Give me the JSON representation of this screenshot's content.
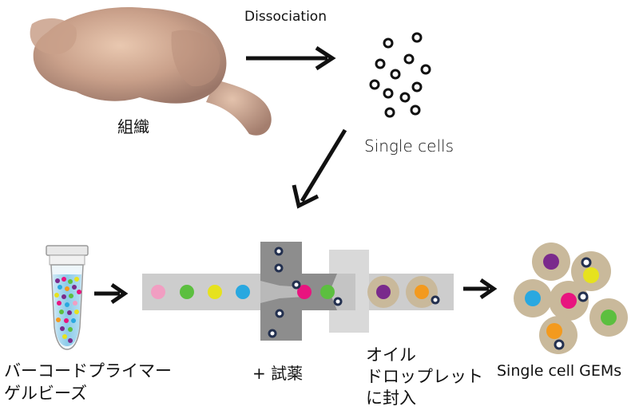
{
  "labels": {
    "dissociation": "Dissociation",
    "tissue": "組織",
    "single_cells": "Single cells",
    "barcode_beads_line1": "バーコードプライマー",
    "barcode_beads_line2": "ゲルビーズ",
    "reagents": "+ 試薬",
    "oil_line1": "オイル",
    "oil_line2": "ドロップレット",
    "oil_line3": "に封入",
    "gems": "Single cell GEMs"
  },
  "colors": {
    "bead_pink": "#f19ec2",
    "bead_green": "#5cbf3f",
    "bead_yellow": "#e6e21e",
    "bead_blue": "#29a8e0",
    "bead_magenta": "#e8147f",
    "bead_purple": "#7a2a8c",
    "bead_orange": "#f39a1e",
    "droplet_tan": "#c9b99b",
    "chip_dark": "#8d8d8d",
    "chip_light": "#bdbdbd",
    "chip_lighter": "#d6d6d6",
    "cell_navy": "#23304f",
    "tube_liquid": "#7fc6e8"
  },
  "icons": [
    "tissue-icon",
    "single-cells-icon",
    "tube-icon",
    "microfluidic-chip-icon",
    "gems-icon",
    "arrow-icon"
  ]
}
